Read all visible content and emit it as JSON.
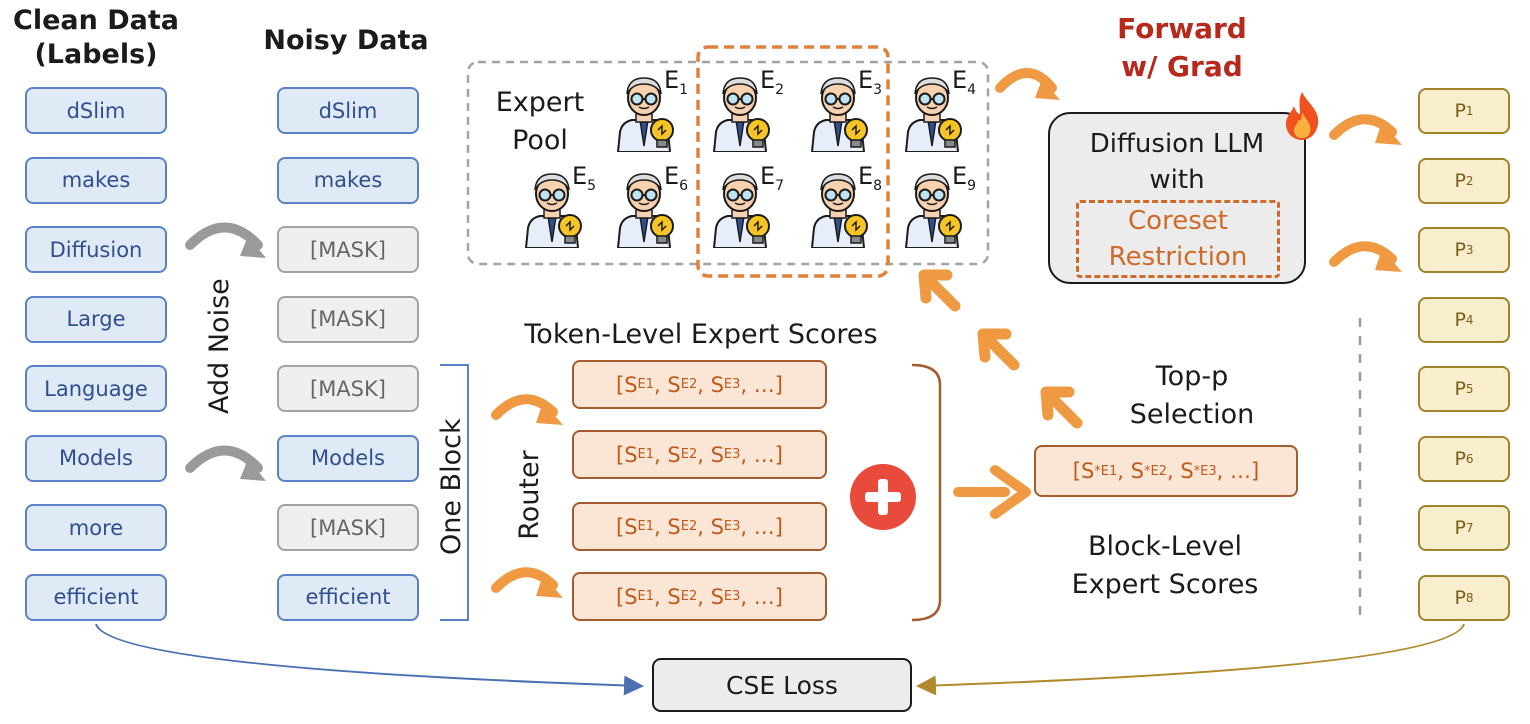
{
  "clean_header": "Clean Data\n(Labels)",
  "noisy_header": "Noisy Data",
  "clean_tokens": [
    "dSlim",
    "makes",
    "Diffusion",
    "Large",
    "Language",
    "Models",
    "more",
    "efficient"
  ],
  "noisy_tokens": [
    {
      "text": "dSlim",
      "masked": false
    },
    {
      "text": "makes",
      "masked": false
    },
    {
      "text": "[MASK]",
      "masked": true
    },
    {
      "text": "[MASK]",
      "masked": true
    },
    {
      "text": "[MASK]",
      "masked": true
    },
    {
      "text": "Models",
      "masked": false
    },
    {
      "text": "[MASK]",
      "masked": true
    },
    {
      "text": "efficient",
      "masked": false
    }
  ],
  "add_noise_label": "Add Noise",
  "one_block_label": "One Block",
  "router_label": "Router",
  "expert_pool_label": "Expert\nPool",
  "experts": [
    "E",
    "E",
    "E",
    "E",
    "E",
    "E",
    "E",
    "E",
    "E"
  ],
  "expert_subs": [
    "1",
    "2",
    "3",
    "4",
    "5",
    "6",
    "7",
    "8",
    "9"
  ],
  "token_scores_title": "Token-Level Expert Scores",
  "token_score_rows": [
    "[S",
    "[S",
    "[S",
    "[S"
  ],
  "score_sub_labels": [
    "E1",
    "E2",
    "E3"
  ],
  "block_scores": "[S*E1, S*E2, S*E3, …]",
  "block_scores_title": "Block-Level\nExpert Scores",
  "topp_label": "Top-p\nSelection",
  "forward_label": "Forward\nw/ Grad",
  "llm_title": "Diffusion LLM\nwith",
  "coreset_label": "Coreset\nRestriction",
  "outputs": [
    {
      "base": "P",
      "sup": "1"
    },
    {
      "base": "P",
      "sup": "2"
    },
    {
      "base": "P",
      "sup": "3"
    },
    {
      "base": "P",
      "sup": "4"
    },
    {
      "base": "P",
      "sup": "5"
    },
    {
      "base": "P",
      "sup": "6"
    },
    {
      "base": "P",
      "sup": "7"
    },
    {
      "base": "P",
      "sup": "8"
    }
  ],
  "loss_label": "CSE Loss",
  "colors": {
    "clean": "#5b82c9",
    "mask": "#a3a3a3",
    "score": "#a35c2e",
    "arrow": "#ef9a43",
    "forward": "#b52a1c",
    "output": "#a08429",
    "plus": "#e84a3b",
    "coreset": "#cf6a2b"
  },
  "icons": [
    "scientist-icon",
    "fire-icon",
    "plus-icon",
    "lightbulb-icon"
  ]
}
